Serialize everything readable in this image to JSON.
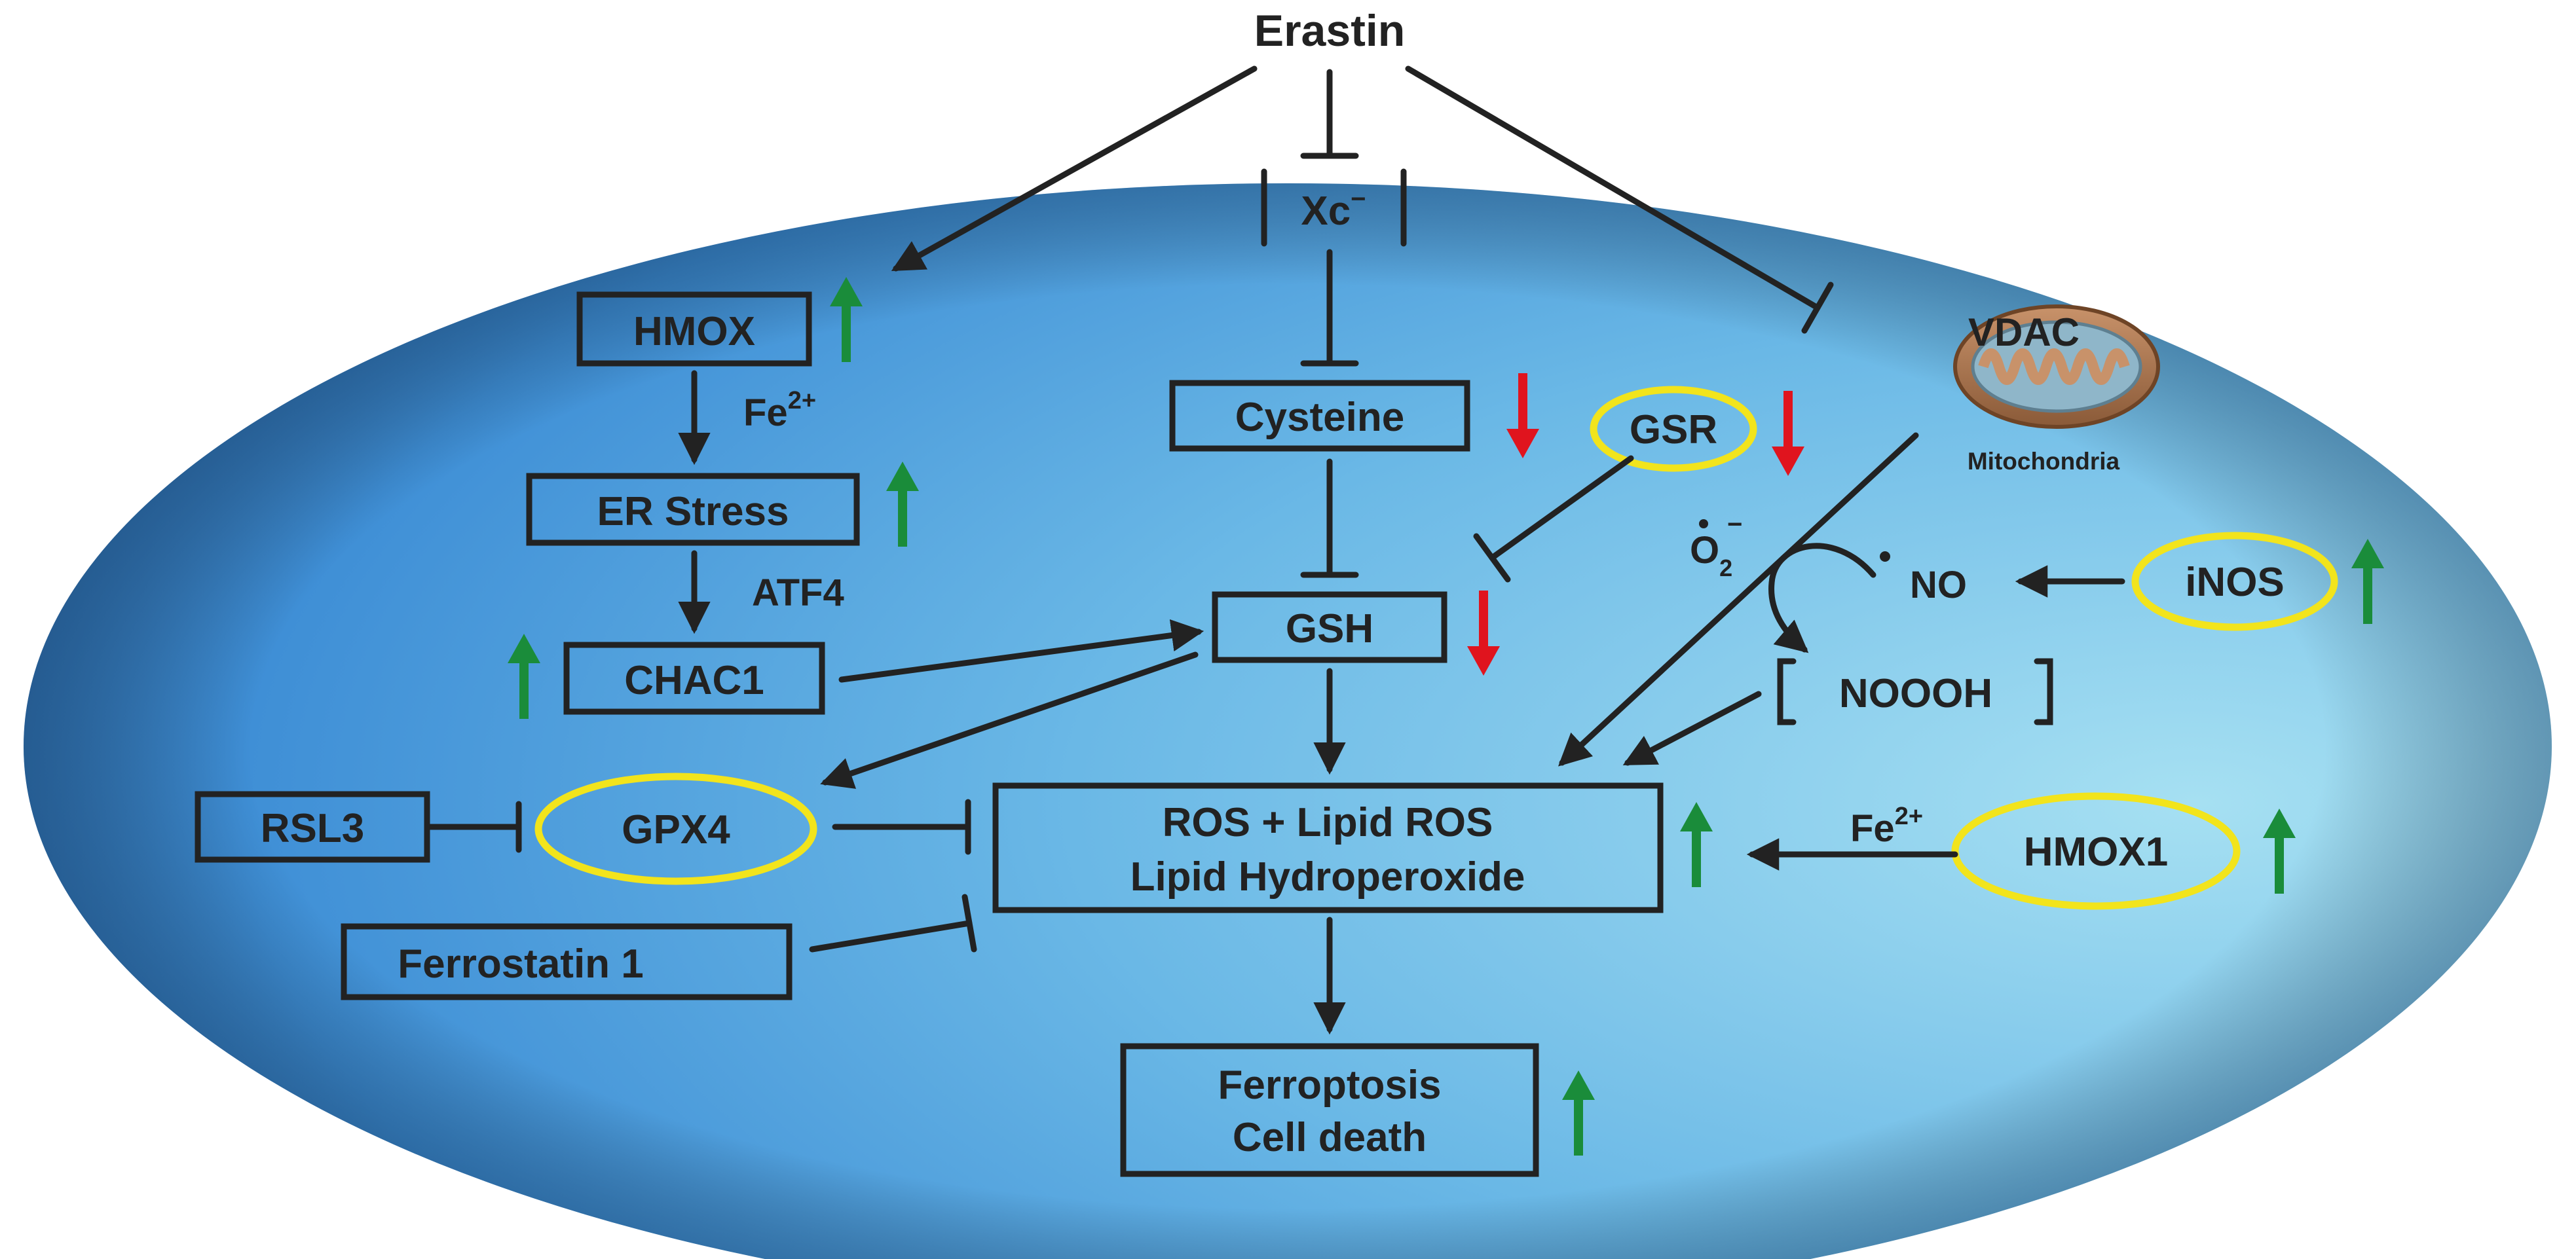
{
  "colors": {
    "cell_highlight": "#a6e0f2",
    "cell_mid": "#4a9ad8",
    "cell_edge": "#24568f",
    "stroke": "#222222",
    "up_arrow": "#1a8c3a",
    "down_arrow": "#e0141e",
    "enzyme_ring": "#f2e41c",
    "mito_outer": "#a8734a",
    "mito_inner": "#8fb6c9"
  },
  "labels": {
    "erastin": "Erastin",
    "xc_base": "Xc",
    "xc_sup": "−",
    "hmox": "HMOX",
    "fe_top_base": "Fe",
    "fe_top_sup": "2+",
    "er_stress": "ER Stress",
    "atf4": "ATF4",
    "chac1": "CHAC1",
    "cysteine": "Cysteine",
    "gsr": "GSR",
    "gsh": "GSH",
    "vdac": "VDAC",
    "mitochondria": "Mitochondria",
    "superoxide_base": "O",
    "superoxide_sub": "2",
    "superoxide_sup": "−",
    "no": "NO",
    "inos": "iNOS",
    "noooh": "NOOOH",
    "rsl3": "RSL3",
    "gpx4": "GPX4",
    "ros_line1": "ROS + Lipid ROS",
    "ros_line2": "Lipid Hydroperoxide",
    "fe_right_base": "Fe",
    "fe_right_sup": "2+",
    "hmox1": "HMOX1",
    "ferrostatin": "Ferrostatin 1",
    "ferroptosis_line1": "Ferroptosis",
    "ferroptosis_line2": "Cell death"
  },
  "indicators": {
    "hmox": "up",
    "er_stress": "up",
    "chac1": "up",
    "cysteine": "down",
    "gsr": "down",
    "gsh": "down",
    "inos": "up",
    "ros": "up",
    "hmox1": "up",
    "ferroptosis": "up"
  }
}
